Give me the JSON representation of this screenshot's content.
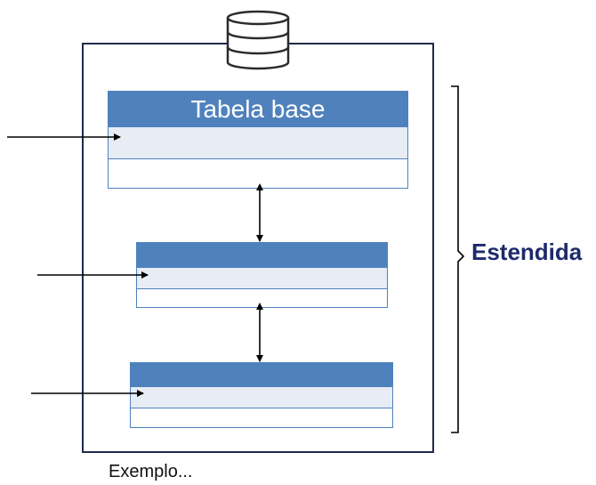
{
  "diagram": {
    "base_table": {
      "title": "Tabela base"
    },
    "group_label": "Estendida",
    "caption": "Exemplo..."
  },
  "colors": {
    "frame_border": "#1f2a4d",
    "table_header": "#4f81bd",
    "table_row_shaded": "#e8ecf4",
    "group_label": "#1f2a6b",
    "arrow": "#000000"
  },
  "icons": {
    "database": "database-icon"
  }
}
